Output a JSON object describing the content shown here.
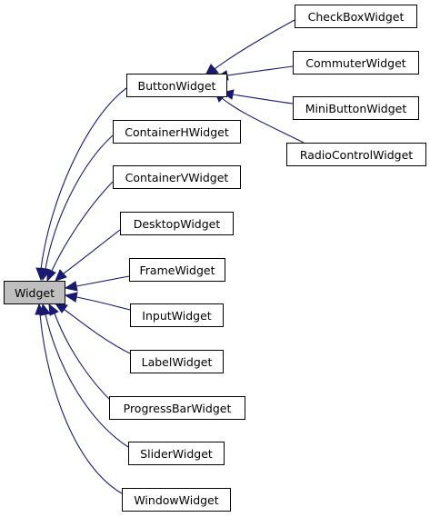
{
  "root": {
    "label": "Widget"
  },
  "nodes": {
    "button": {
      "label": "ButtonWidget"
    },
    "checkbox": {
      "label": "CheckBoxWidget"
    },
    "commuter": {
      "label": "CommuterWidget"
    },
    "minibutton": {
      "label": "MiniButtonWidget"
    },
    "radiocontrol": {
      "label": "RadioControlWidget"
    },
    "containerh": {
      "label": "ContainerHWidget"
    },
    "containerv": {
      "label": "ContainerVWidget"
    },
    "desktop": {
      "label": "DesktopWidget"
    },
    "frame": {
      "label": "FrameWidget"
    },
    "input": {
      "label": "InputWidget"
    },
    "label": {
      "label": "LabelWidget"
    },
    "progressbar": {
      "label": "ProgressBarWidget"
    },
    "slider": {
      "label": "SliderWidget"
    },
    "window": {
      "label": "WindowWidget"
    }
  },
  "colors": {
    "edge": "#191970",
    "root_fill": "#bfbfbf",
    "node_fill": "#ffffff",
    "node_border": "#000000"
  }
}
